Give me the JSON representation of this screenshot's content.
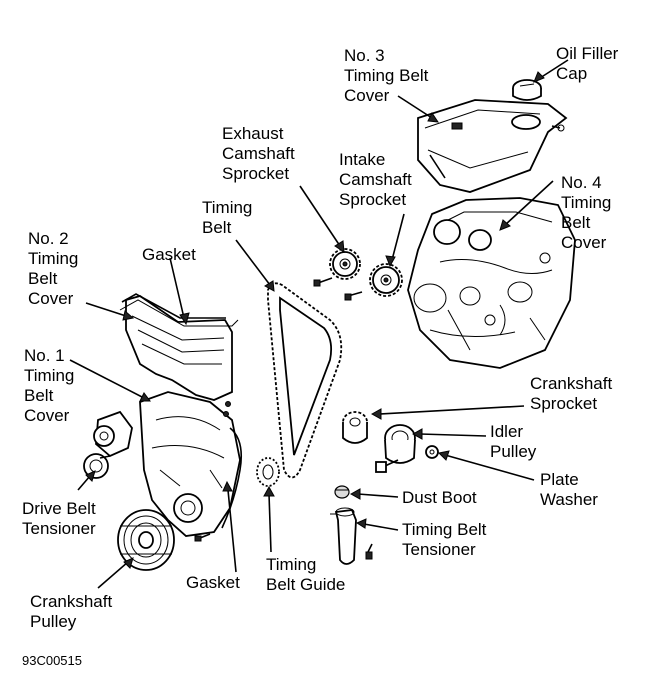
{
  "labels": {
    "no3_cover": [
      "No. 3",
      "Timing Belt",
      "Cover"
    ],
    "oil_filler_cap": [
      "Oil Filler",
      "Cap"
    ],
    "exhaust_sprocket": [
      "Exhaust",
      "Camshaft",
      "Sprocket"
    ],
    "intake_sprocket": [
      "Intake",
      "Camshaft",
      "Sprocket"
    ],
    "no4_cover": [
      "No. 4",
      "Timing",
      "Belt",
      "Cover"
    ],
    "timing_belt": [
      "Timing",
      "Belt"
    ],
    "no2_cover": [
      "No. 2",
      "Timing",
      "Belt",
      "Cover"
    ],
    "gasket_top": [
      "Gasket"
    ],
    "no1_cover": [
      "No. 1",
      "Timing",
      "Belt",
      "Cover"
    ],
    "crankshaft_sprocket": [
      "Crankshaft",
      "Sprocket"
    ],
    "idler_pulley": [
      "Idler",
      "Pulley"
    ],
    "plate_washer": [
      "Plate",
      "Washer"
    ],
    "dust_boot": [
      "Dust Boot"
    ],
    "belt_tensioner": [
      "Timing Belt",
      "Tensioner"
    ],
    "drive_belt_tensioner": [
      "Drive Belt",
      "Tensioner"
    ],
    "gasket_bottom": [
      "Gasket"
    ],
    "belt_guide": [
      "Timing",
      "Belt Guide"
    ],
    "crankshaft_pulley": [
      "Crankshaft",
      "Pulley"
    ]
  },
  "figure_code": "93C00515"
}
